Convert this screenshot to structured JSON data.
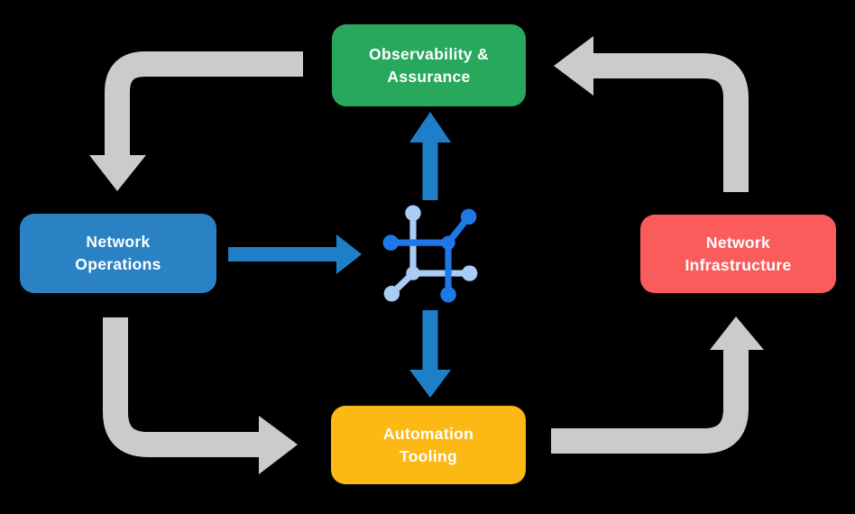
{
  "colors": {
    "background": "#000000",
    "green": "#28A85D",
    "blue": "#2A82C5",
    "red": "#FA5C5C",
    "yellow": "#FCB813",
    "gray_arrow": "#CBCBCB",
    "blue_arrow": "#1E7FC8",
    "icon_dark_blue": "#1E78E8",
    "icon_light_blue": "#A9CBF4",
    "text": "#FFFFFF"
  },
  "nodes": [
    {
      "id": "observability-assurance",
      "label": "Observability & Assurance",
      "lines": [
        "Observability &",
        "Assurance"
      ],
      "color": "#28A85D"
    },
    {
      "id": "network-operations",
      "label": "Network Operations",
      "lines": [
        "Network",
        "Operations"
      ],
      "color": "#2A82C5"
    },
    {
      "id": "network-infrastructure",
      "label": "Network Infrastructure",
      "lines": [
        "Network",
        "Infrastructure"
      ],
      "color": "#FA5C5C"
    },
    {
      "id": "automation-tooling",
      "label": "Automation Tooling",
      "lines": [
        "Automation",
        "Tooling"
      ],
      "color": "#FCB813"
    }
  ],
  "center_icon": {
    "name": "network-platform-icon"
  },
  "flows": [
    {
      "from": "observability-assurance",
      "to": "network-operations",
      "style": "gray-cycle"
    },
    {
      "from": "network-operations",
      "to": "automation-tooling",
      "style": "gray-cycle"
    },
    {
      "from": "automation-tooling",
      "to": "network-infrastructure",
      "style": "gray-cycle"
    },
    {
      "from": "network-infrastructure",
      "to": "observability-assurance",
      "style": "gray-cycle"
    },
    {
      "from": "network-operations",
      "to": "network-platform-icon",
      "style": "blue"
    },
    {
      "from": "network-platform-icon",
      "to": "observability-assurance",
      "style": "blue"
    },
    {
      "from": "network-platform-icon",
      "to": "automation-tooling",
      "style": "blue"
    }
  ]
}
